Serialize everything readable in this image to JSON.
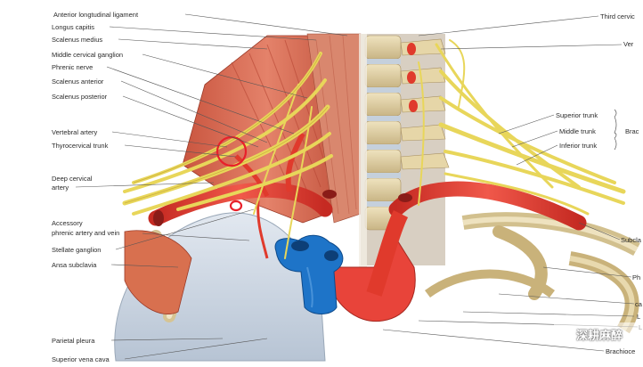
{
  "labels_left": [
    {
      "id": "anterior-longitudinal-ligament",
      "text": "Anterior longtudinal ligament"
    },
    {
      "id": "longus-capitis",
      "text": "Longus capitis"
    },
    {
      "id": "scalenus-medius",
      "text": "Scalenus medius"
    },
    {
      "id": "middle-cervical-ganglion",
      "text": "Middle cervical ganglion"
    },
    {
      "id": "phrenic-nerve",
      "text": "Phrenic nerve"
    },
    {
      "id": "scalenus-anterior",
      "text": "Scalenus anterior"
    },
    {
      "id": "scalenus-posterior",
      "text": "Scalenus posterior"
    },
    {
      "id": "vertebral-artery",
      "text": "Vertebral artery"
    },
    {
      "id": "thyrocervical-trunk",
      "text": "Thyrocervical trunk"
    },
    {
      "id": "deep-cervical-artery-1",
      "text": "Deep cervical"
    },
    {
      "id": "deep-cervical-artery-2",
      "text": "artery"
    },
    {
      "id": "accessory-phrenic-1",
      "text": "Accessory"
    },
    {
      "id": "accessory-phrenic-2",
      "text": "phrenic artery and vein"
    },
    {
      "id": "stellate-ganglion",
      "text": "Stellate ganglion"
    },
    {
      "id": "ansa-subclavia",
      "text": "Ansa subclavia"
    },
    {
      "id": "parietal-pleura",
      "text": "Parietal pleura"
    },
    {
      "id": "superior-vena-cava",
      "text": "Superior vena cava"
    }
  ],
  "labels_right": [
    {
      "id": "third-cervical",
      "text": "Third cervic"
    },
    {
      "id": "vertebra",
      "text": "Ver"
    },
    {
      "id": "superior-trunk",
      "text": "Superior trunk"
    },
    {
      "id": "middle-trunk",
      "text": "Middle trunk"
    },
    {
      "id": "inferior-trunk",
      "text": "Inferior trunk"
    },
    {
      "id": "brachial",
      "text": "Brac"
    },
    {
      "id": "subclavian",
      "text": "Subcla"
    },
    {
      "id": "ph",
      "text": "Ph"
    },
    {
      "id": "ca",
      "text": "ca"
    },
    {
      "id": "l1",
      "text": "L"
    },
    {
      "id": "l2",
      "text": "L"
    },
    {
      "id": "brachiocephalic",
      "text": "Brachioce"
    }
  ],
  "watermark": {
    "text": "深耕麻醉"
  },
  "colors": {
    "artery": "#e03a2c",
    "vein": "#1e74c8",
    "nerve": "#e8d65a",
    "muscle": "#d9674f",
    "pleura": "#cfd9e6",
    "bone": "#e8d9ae"
  }
}
